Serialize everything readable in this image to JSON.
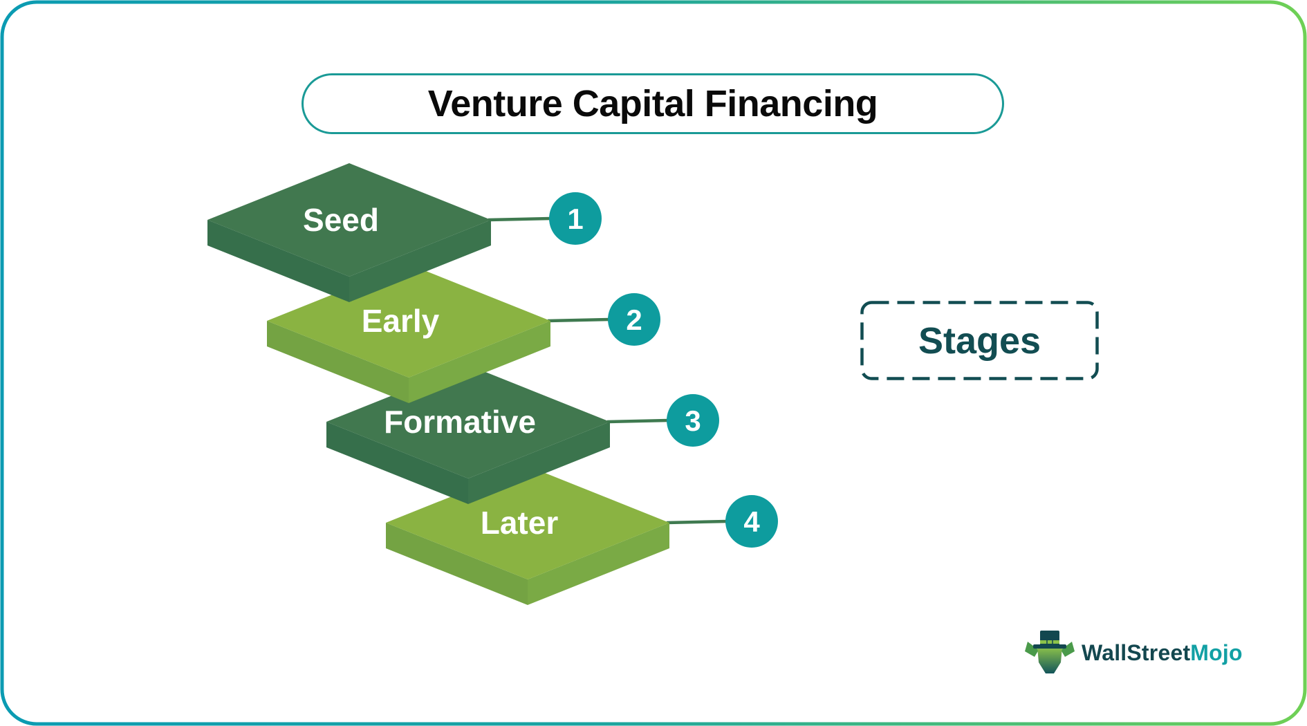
{
  "title": "Venture Capital Financing",
  "side_label": "Stages",
  "stages": [
    {
      "label": "Seed",
      "number": "1",
      "tone": "dark"
    },
    {
      "label": "Early",
      "number": "2",
      "tone": "light"
    },
    {
      "label": "Formative",
      "number": "3",
      "tone": "dark"
    },
    {
      "label": "Later",
      "number": "4",
      "tone": "light"
    }
  ],
  "colors": {
    "dark_top": "#41784f",
    "dark_side_left": "#366f4b",
    "dark_side_right": "#3b744d",
    "light_top": "#8ab342",
    "light_side_left": "#74a343",
    "light_side_right": "#7aaa45",
    "circle": "#0e9c9e",
    "connector": "#3f7a50",
    "border_start": "#0b9bb2",
    "border_end": "#6fd055",
    "title_border": "#1a9a96",
    "stages_color": "#124d52"
  },
  "logo": {
    "part1": "WallStreet",
    "part2": "Mojo"
  }
}
